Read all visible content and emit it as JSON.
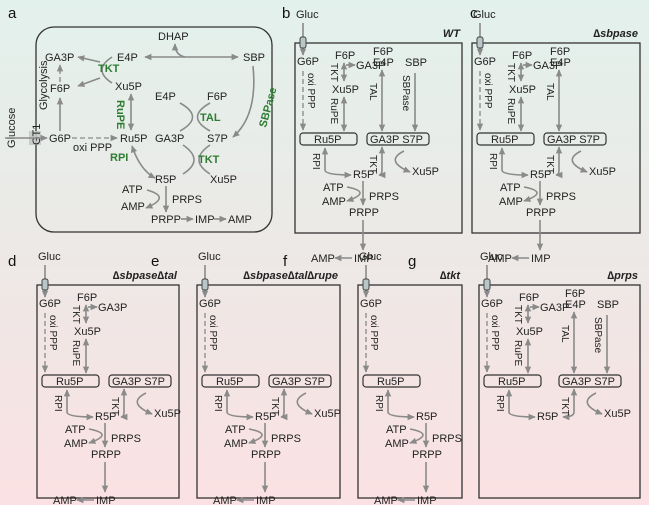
{
  "figure": {
    "background_top": "#e3f1ec",
    "background_bottom": "#fbe1e3",
    "enzyme_color": "#2e7d32",
    "arrow_color": "#8a8a8a",
    "panels": [
      {
        "id": "a",
        "label": "a",
        "title": "",
        "external": "Glucose",
        "transporter": "GT1",
        "metabolites": {
          "ga3p_top": "GA3P",
          "e4p_top": "E4P",
          "dhap": "DHAP",
          "sbp": "SBP",
          "f6p_left": "F6P",
          "xu5p_top": "Xu5P",
          "e4p_mid": "E4P",
          "f6p_mid": "F6P",
          "g6p": "G6P",
          "ru5p": "Ru5P",
          "ga3p_mid": "GA3P",
          "s7p": "S7P",
          "r5p": "R5P",
          "xu5p_bottom": "Xu5P",
          "atp": "ATP",
          "amp_left": "AMP",
          "prpp": "PRPP",
          "imp": "IMP",
          "amp_right": "AMP"
        },
        "enzymes": {
          "tkt_top": "TKT",
          "rupe": "RuPE",
          "tal": "TAL",
          "sbpase": "SBPase",
          "rpi": "RPI",
          "tkt_bottom": "TKT",
          "prps": "PRPS",
          "glycolysis": "Glycolysis",
          "oxi_ppp": "oxi PPP"
        }
      },
      {
        "id": "b",
        "label": "b",
        "title": "WT",
        "external": "Gluc",
        "metabolites": {
          "g6p": "G6P",
          "f6p": "F6P",
          "ga3p": "GA3P",
          "xu5p": "Xu5P",
          "f6p_tal": "F6P",
          "e4p": "E4P",
          "sbp": "SBP",
          "ru5p": "Ru5P",
          "pool": "GA3P  S7P",
          "r5p": "R5P",
          "xu5p2": "Xu5P",
          "atp": "ATP",
          "amp": "AMP",
          "prpp": "PRPP",
          "imp": "IMP",
          "amp2": "AMP"
        },
        "enzymes": {
          "oxi_ppp": "oxi PPP",
          "tkt": "TKT",
          "rupe": "RuPE",
          "tal": "TAL",
          "sbpase": "SBPase",
          "rpi": "RPI",
          "tkt2": "TKT",
          "prps": "PRPS"
        }
      },
      {
        "id": "c",
        "label": "c",
        "title": "∆sbpase",
        "external": "Gluc",
        "metabolites": {
          "g6p": "G6P",
          "f6p": "F6P",
          "ga3p": "GA3P",
          "xu5p": "Xu5P",
          "f6p_tal": "F6P",
          "e4p": "E4P",
          "ru5p": "Ru5P",
          "pool": "GA3P  S7P",
          "r5p": "R5P",
          "xu5p2": "Xu5P",
          "atp": "ATP",
          "amp": "AMP",
          "prpp": "PRPP",
          "imp": "IMP",
          "amp2": "AMP"
        },
        "enzymes": {
          "oxi_ppp": "oxi PPP",
          "tkt": "TKT",
          "rupe": "RuPE",
          "tal": "TAL",
          "rpi": "RPI",
          "tkt2": "TKT",
          "prps": "PRPS"
        }
      },
      {
        "id": "d",
        "label": "d",
        "title": "∆sbpase∆tal",
        "external": "Gluc",
        "metabolites": {
          "g6p": "G6P",
          "f6p": "F6P",
          "ga3p": "GA3P",
          "xu5p": "Xu5P",
          "ru5p": "Ru5P",
          "pool": "GA3P  S7P",
          "r5p": "R5P",
          "xu5p2": "Xu5P",
          "atp": "ATP",
          "amp": "AMP",
          "prpp": "PRPP",
          "imp": "IMP",
          "amp2": "AMP"
        },
        "enzymes": {
          "oxi_ppp": "oxi PPP",
          "tkt": "TKT",
          "rupe": "RuPE",
          "rpi": "RPI",
          "tkt2": "TKT",
          "prps": "PRPS"
        }
      },
      {
        "id": "e",
        "label": "e",
        "title": "∆sbpase∆tal∆rupe",
        "external": "Gluc",
        "metabolites": {
          "g6p": "G6P",
          "ru5p": "Ru5P",
          "pool": "GA3P  S7P",
          "r5p": "R5P",
          "xu5p2": "Xu5P",
          "atp": "ATP",
          "amp": "AMP",
          "prpp": "PRPP",
          "imp": "IMP",
          "amp2": "AMP"
        },
        "enzymes": {
          "oxi_ppp": "oxi PPP",
          "rpi": "RPI",
          "tkt2": "TKT",
          "prps": "PRPS"
        }
      },
      {
        "id": "f",
        "label": "f",
        "title": "∆tkt",
        "external": "Gluc",
        "metabolites": {
          "g6p": "G6P",
          "ru5p": "Ru5P",
          "r5p": "R5P",
          "atp": "ATP",
          "amp": "AMP",
          "prpp": "PRPP",
          "imp": "IMP",
          "amp2": "AMP"
        },
        "enzymes": {
          "oxi_ppp": "oxi PPP",
          "rpi": "RPI",
          "prps": "PRPS"
        }
      },
      {
        "id": "g",
        "label": "g",
        "title": "∆prps",
        "external": "Gluc",
        "metabolites": {
          "g6p": "G6P",
          "f6p": "F6P",
          "ga3p": "GA3P",
          "xu5p": "Xu5P",
          "f6p_tal": "F6P",
          "e4p": "E4P",
          "sbp": "SBP",
          "ru5p": "Ru5P",
          "pool": "GA3P  S7P",
          "r5p": "R5P",
          "xu5p2": "Xu5P"
        },
        "enzymes": {
          "oxi_ppp": "oxi PPP",
          "tkt": "TKT",
          "rupe": "RuPE",
          "tal": "TAL",
          "sbpase": "SBPase",
          "rpi": "RPI",
          "tkt2": "TKT"
        }
      }
    ]
  }
}
